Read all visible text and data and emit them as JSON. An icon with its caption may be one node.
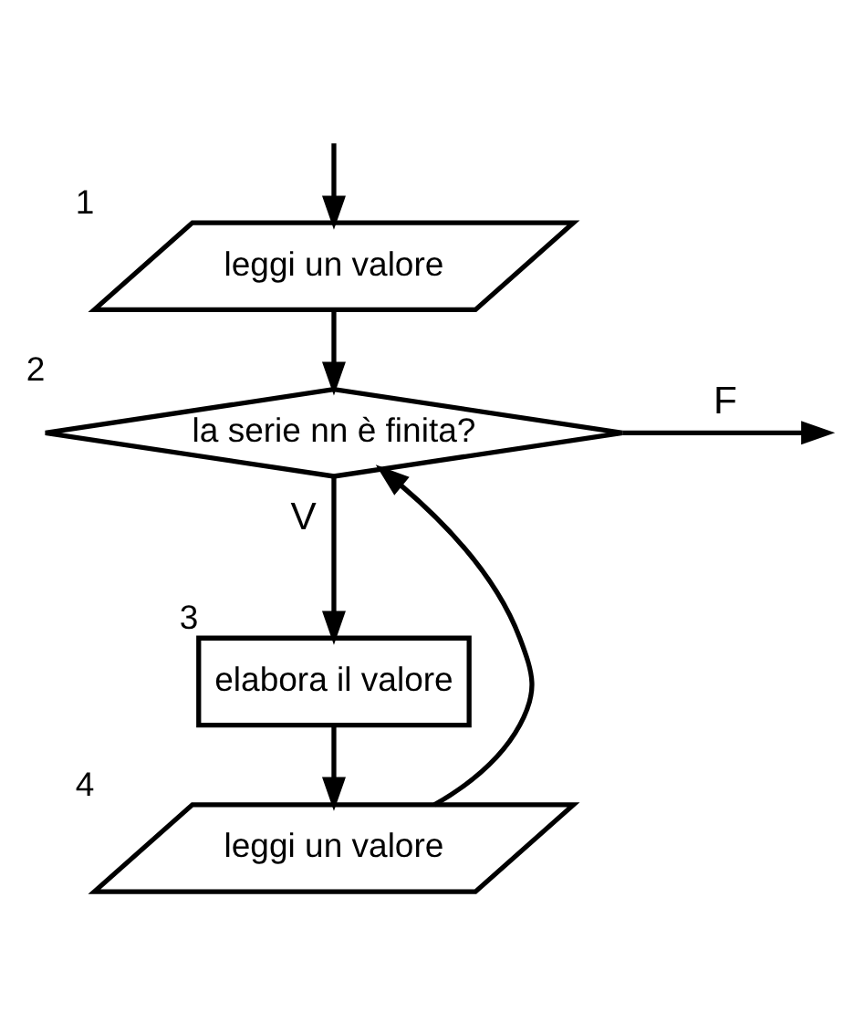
{
  "diagram": {
    "nodes": [
      {
        "text": [
          "leggi un valore"
        ],
        "beside": [
          "1"
        ]
      },
      {
        "text": [
          "la serie nn è finita?"
        ],
        "beside": [
          "2"
        ]
      },
      {
        "text": [
          "elabora il valore"
        ],
        "beside": [
          "3"
        ]
      },
      {
        "text": [
          "leggi un valore"
        ],
        "beside": [
          "4"
        ]
      }
    ],
    "edges": [
      {
        "from": null,
        "to": 0,
        "arrow": "to"
      },
      {
        "from": 0,
        "to": 1,
        "arrow": "to"
      },
      {
        "from": 1,
        "to": null,
        "arrow": "to",
        "label": "F"
      },
      {
        "from": 1,
        "to": 2,
        "arrow": "to",
        "label": "V"
      },
      {
        "from": 2,
        "to": 3,
        "arrow": "to"
      },
      {
        "from": 3,
        "to": 1,
        "arrow": "to"
      }
    ]
  }
}
